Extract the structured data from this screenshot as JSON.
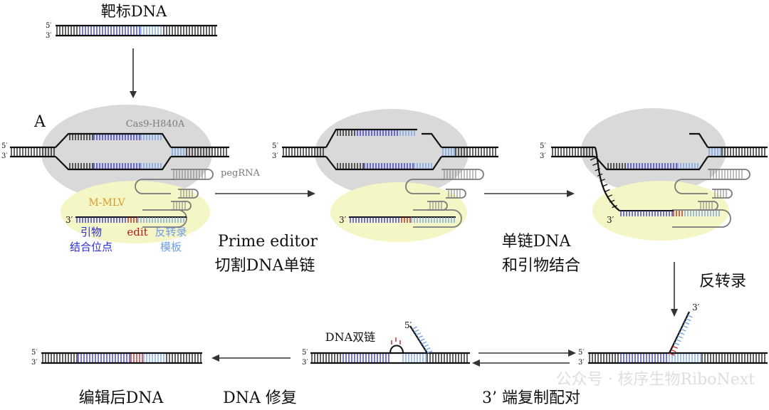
{
  "title": "靶标DNA",
  "panel_letter": "A",
  "end5": "5′",
  "end3": "3′",
  "enzyme": "Cas9-H840A",
  "rt_enzyme": "M-MLV",
  "guide": "pegRNA",
  "legend": {
    "primer_line1": "引物",
    "primer_line2": "结合位点",
    "edit": "edit",
    "template_line1": "反转录",
    "template_line2": "模板"
  },
  "steps": {
    "step1_line1": "Prime editor",
    "step1_line2": "切割DNA单链",
    "step2_line1": "单链DNA",
    "step2_line2": "和引物结合",
    "step3": "反转录",
    "step4": "3’ 端复制配对",
    "step5": "DNA 修复",
    "result": "编辑后DNA",
    "duplex": "DNA双链"
  },
  "watermark": "公众号 · 核序生物RiboNext",
  "colors": {
    "backbone": "#111111",
    "primer": "#2b2bd8",
    "edit": "#b81818",
    "template": "#6f9cea",
    "rna": "#7a7a7a",
    "cas9": "#d9d9d9",
    "mmlv": "#f5f6c6",
    "arrow": "#333333"
  }
}
